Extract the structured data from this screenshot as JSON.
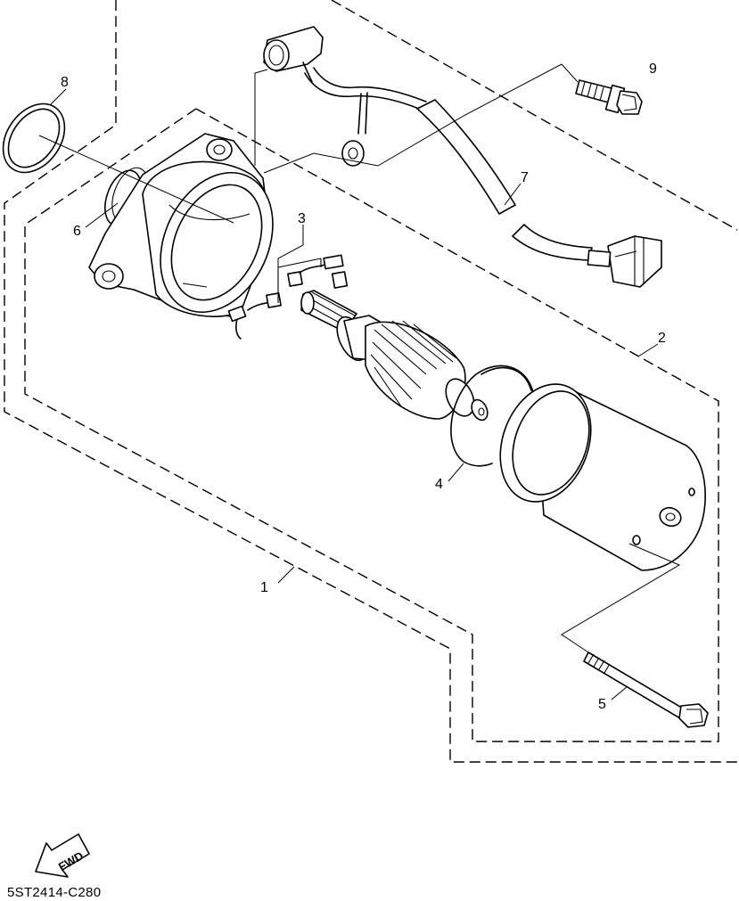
{
  "callouts": {
    "c1": "1",
    "c2": "2",
    "c3": "3",
    "c4": "4",
    "c5": "5",
    "c6": "6",
    "c7": "7",
    "c8": "8",
    "c9": "9"
  },
  "fwd_label": "FWD",
  "drawing_code": "5ST2414-C280",
  "colors": {
    "line": "#000000",
    "background": "#ffffff"
  }
}
